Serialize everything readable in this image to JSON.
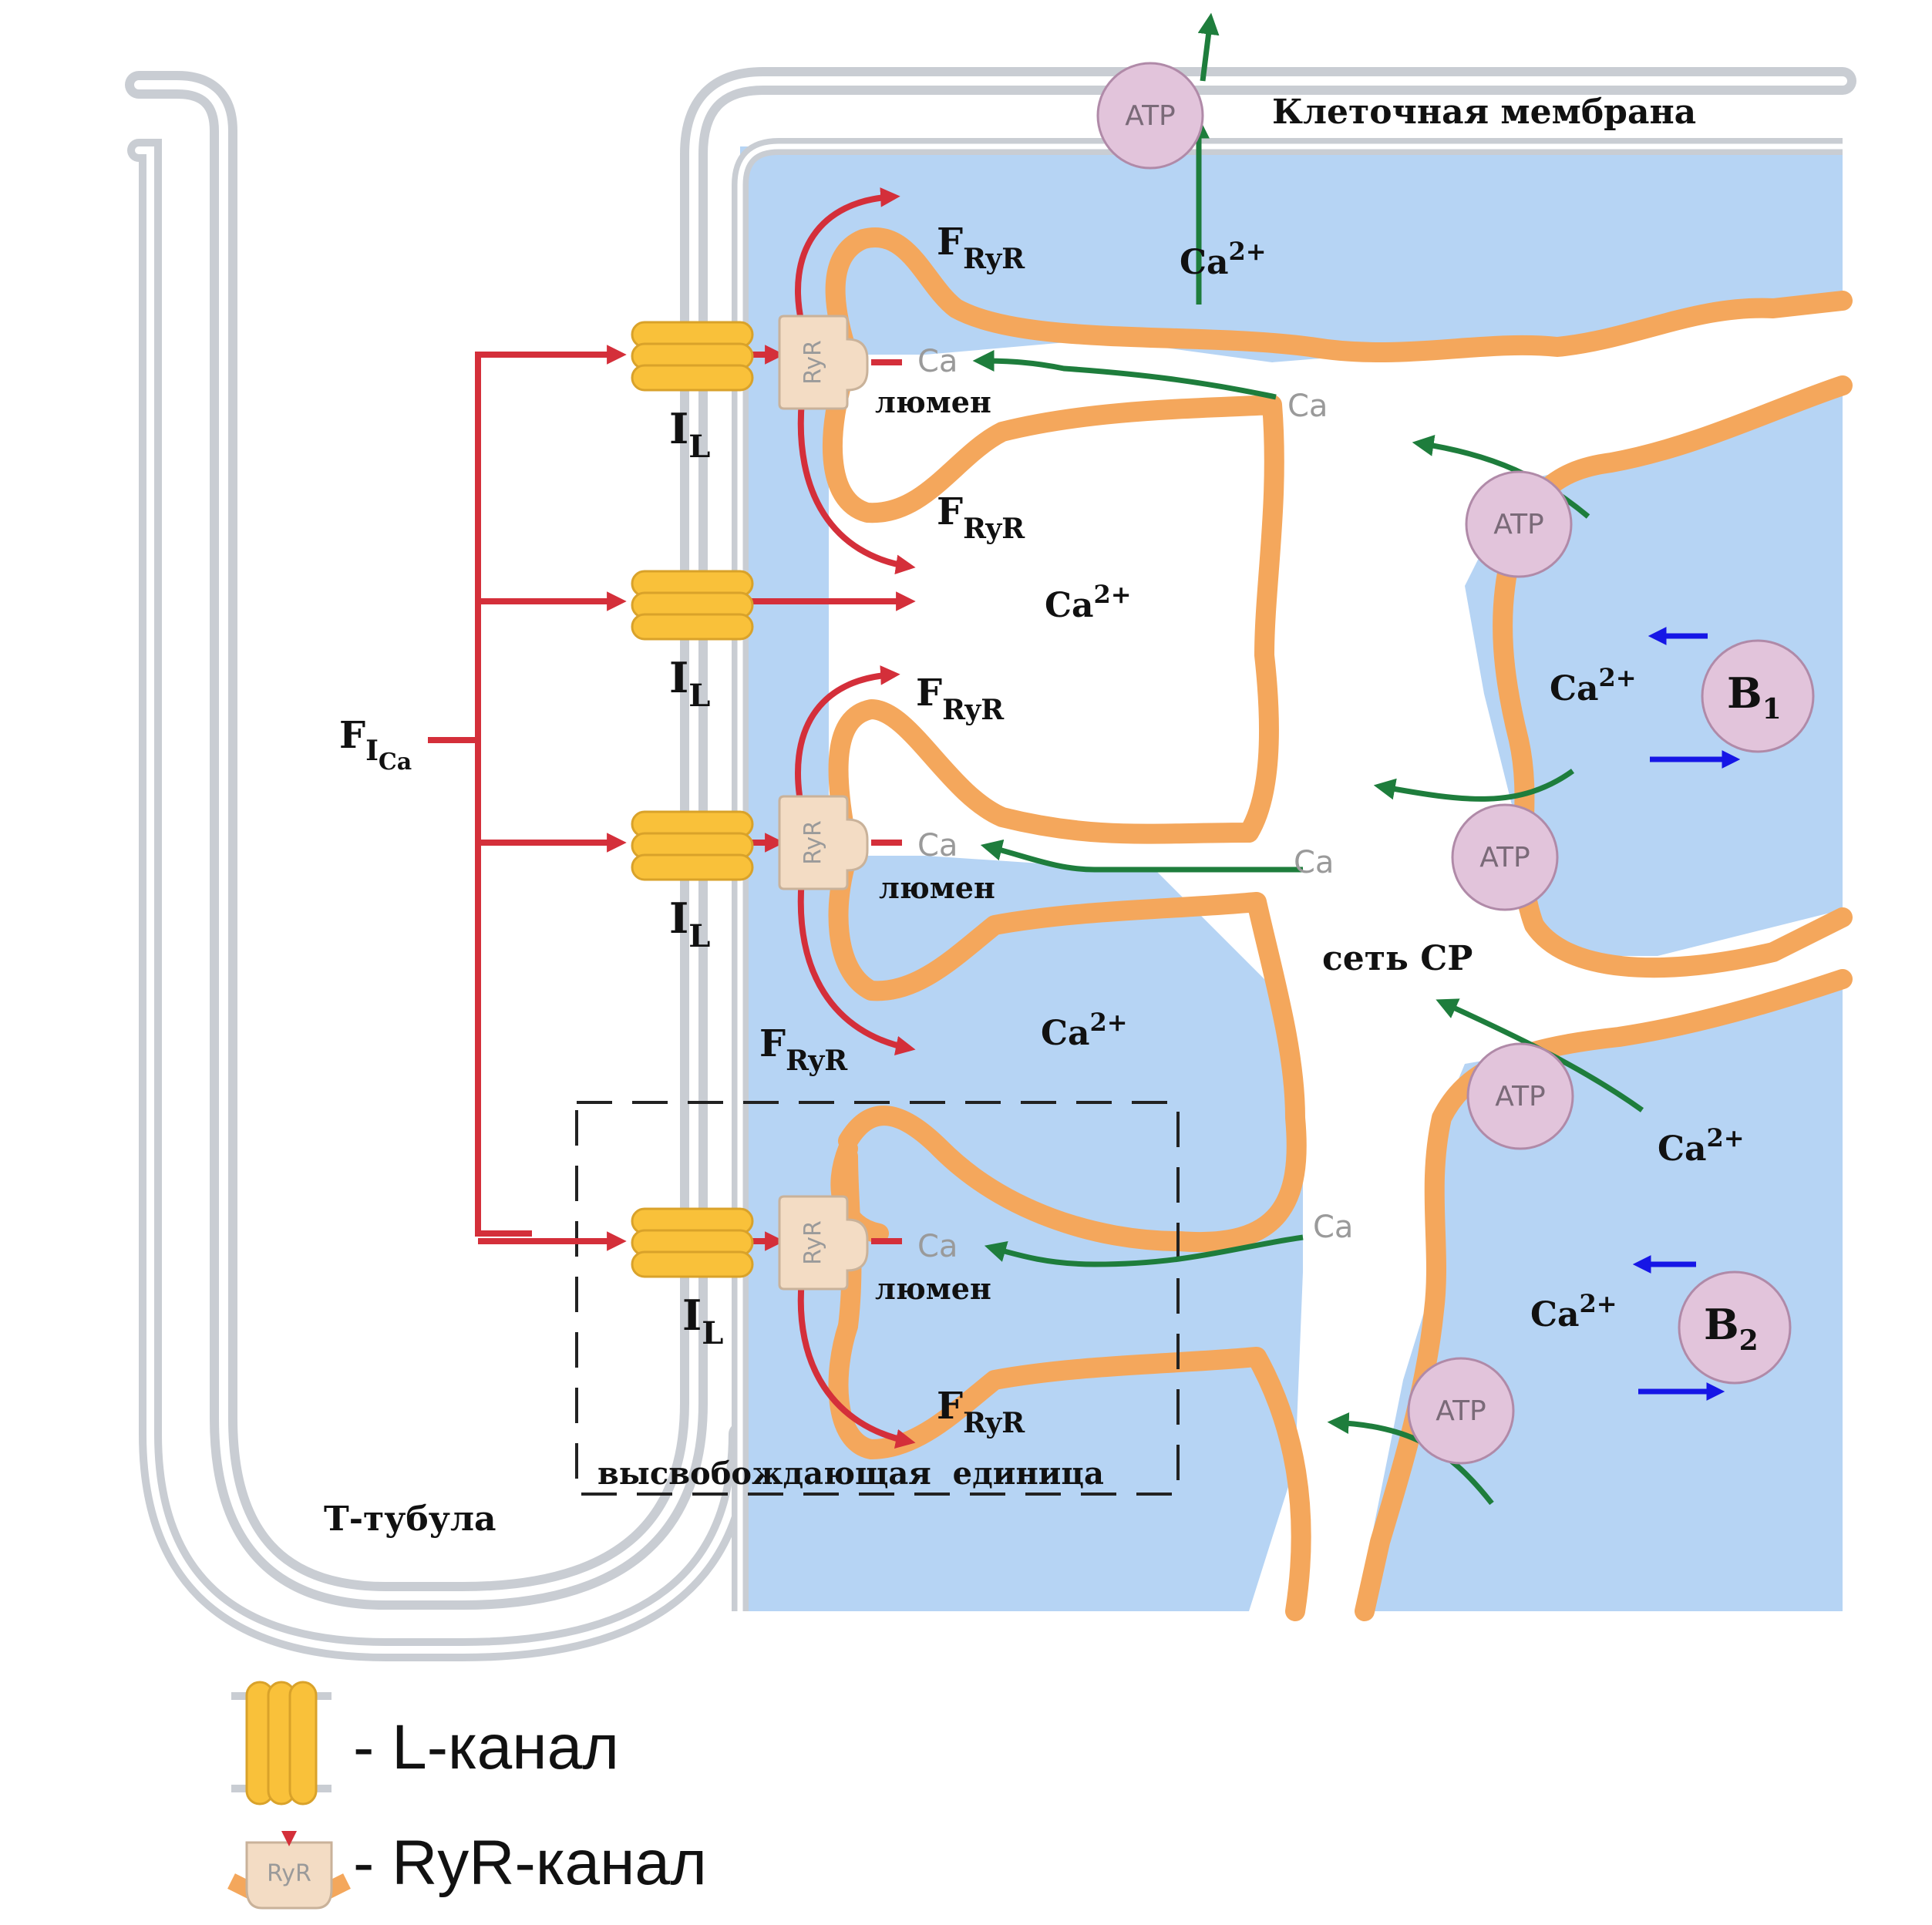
{
  "labels": {
    "cell_membrane": "Клеточная мембрана",
    "t_tubule": "Т-тубула",
    "sr_network": "сеть СР",
    "release_unit": "высвобождающая  единица",
    "lumen": "люмен",
    "ryr": "RyR",
    "atp": "ATP",
    "ca_grey": "Ca",
    "ca_main": "Ca",
    "ca_sup": "2+",
    "f_main": "F",
    "ryr_sub": "RyR",
    "i_main": "I",
    "l_sub": "L",
    "fica_sub": "I",
    "fica_subsub": "Ca",
    "b1_main": "B",
    "b1_sub": "1",
    "b2_main": "B",
    "b2_sub": "2"
  },
  "legend": [
    {
      "icon": "l-channel-icon",
      "text": "- L-канал"
    },
    {
      "icon": "ryr-channel-icon",
      "text": "- RyR-канал"
    }
  ],
  "colors": {
    "cytoplasm": "#b6d4f4",
    "sr_membrane": "#f4a75c",
    "l_channel": "#f9c13a",
    "ryr_body": "#f3dcc4",
    "atp_circle": "#e2c4db",
    "red_arrow": "#d42f3a",
    "green_arrow": "#1e7d3c",
    "blue_arrow": "#1616e6",
    "membrane_grey": "#c9cdd3"
  }
}
